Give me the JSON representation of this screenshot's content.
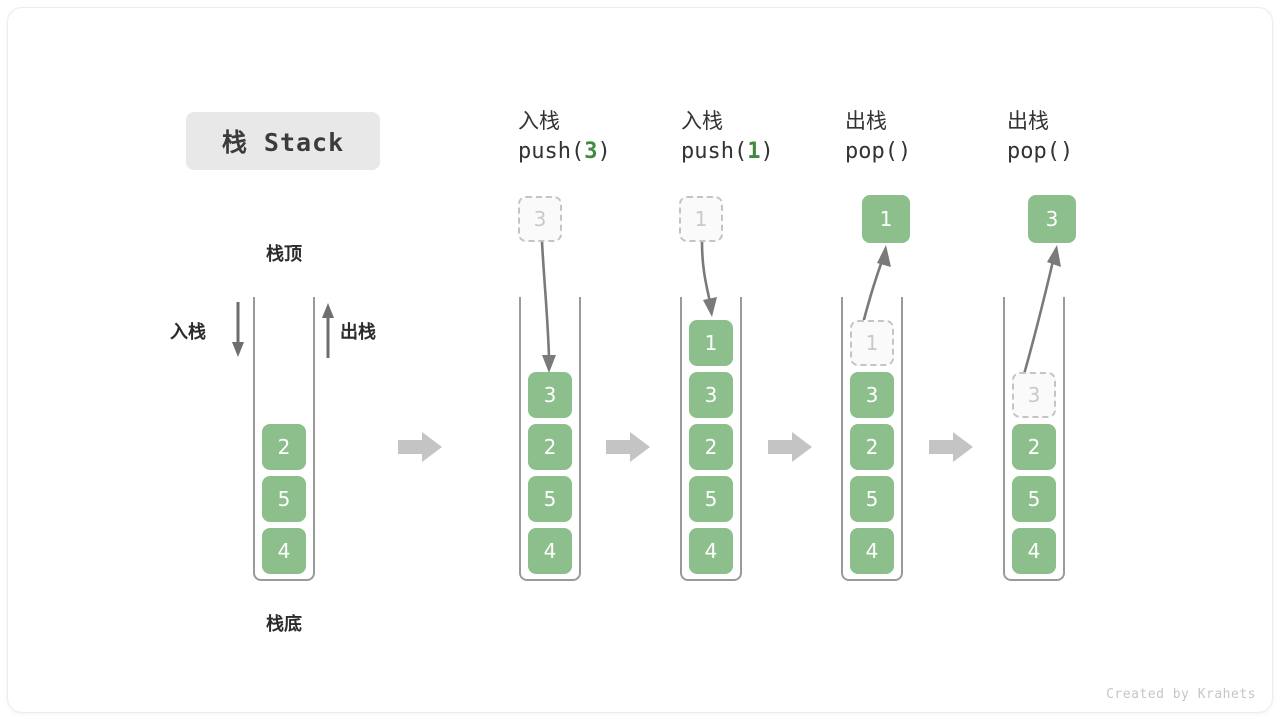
{
  "title_badge": {
    "label": "栈 Stack"
  },
  "legend": {
    "top_label": "栈顶",
    "bottom_label": "栈底",
    "push_label": "入栈",
    "pop_label": "出栈"
  },
  "colors": {
    "cell_fill": "#8cbf8c",
    "cell_text": "#ffffff",
    "ghost_border": "#c4c4c4",
    "ghost_text": "#c9c9c9",
    "accent_green": "#3f8a3f",
    "arrow_gray": "#7a7a7a",
    "block_arrow_gray": "#c4c4c4",
    "badge_bg": "#e8e8e8",
    "container_border": "#9a9a9a"
  },
  "stages": [
    {
      "id": "initial",
      "head_cn": "",
      "head_code": "",
      "code_value": "",
      "cells": [
        "2",
        "5",
        "4"
      ],
      "ghost_index": -1,
      "incoming": null,
      "result": null
    },
    {
      "id": "push-3",
      "head_cn": "入栈",
      "head_code_prefix": "push(",
      "code_value": "3",
      "head_code_suffix": ")",
      "cells": [
        "3",
        "2",
        "5",
        "4"
      ],
      "ghost_index": -1,
      "incoming": "3",
      "result": null
    },
    {
      "id": "push-1",
      "head_cn": "入栈",
      "head_code_prefix": "push(",
      "code_value": "1",
      "head_code_suffix": ")",
      "cells": [
        "1",
        "3",
        "2",
        "5",
        "4"
      ],
      "ghost_index": -1,
      "incoming": "1",
      "result": null
    },
    {
      "id": "pop-1",
      "head_cn": "出栈",
      "head_code_prefix": "pop(",
      "code_value": "",
      "head_code_suffix": ")",
      "cells": [
        "1",
        "3",
        "2",
        "5",
        "4"
      ],
      "ghost_index": 0,
      "incoming": null,
      "result": "1"
    },
    {
      "id": "pop-3",
      "head_cn": "出栈",
      "head_code_prefix": "pop(",
      "code_value": "",
      "head_code_suffix": ")",
      "cells": [
        "3",
        "2",
        "5",
        "4"
      ],
      "ghost_index": 0,
      "incoming": null,
      "result": "3"
    }
  ],
  "footer": {
    "credit": "Created by Krahets"
  }
}
